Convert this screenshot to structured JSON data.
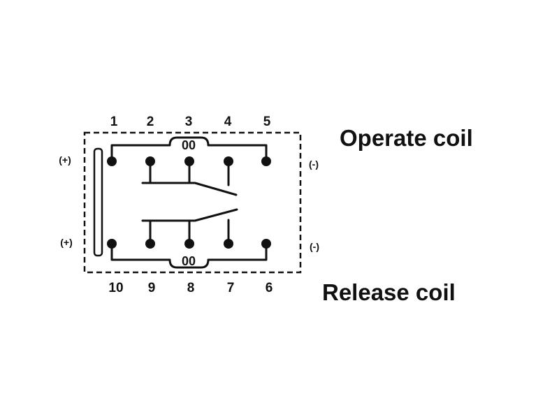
{
  "labels": {
    "operate_coil": "Operate coil",
    "release_coil": "Release coil",
    "coil_symbol": "00"
  },
  "top_pins": [
    "1",
    "2",
    "3",
    "4",
    "5"
  ],
  "bottom_pins": [
    "10",
    "9",
    "8",
    "7",
    "6"
  ],
  "polarity": {
    "top_left": "(+)",
    "top_right": "(-)",
    "bottom_left": "(+)",
    "bottom_right": "(-)"
  }
}
